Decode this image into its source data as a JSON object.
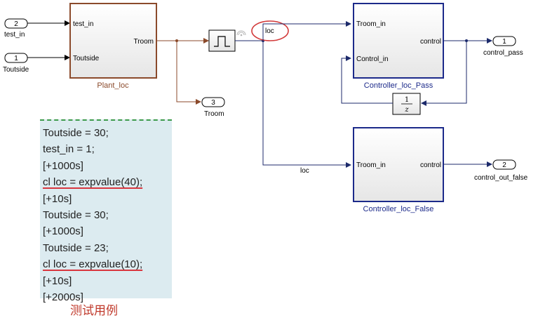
{
  "inports": [
    {
      "num": "2",
      "name": "test_in"
    },
    {
      "num": "1",
      "name": "Toutside"
    }
  ],
  "plant": {
    "name": "Plant_loc",
    "inputs": [
      "test_in",
      "Toutside"
    ],
    "output": "Troom"
  },
  "troom_out": {
    "num": "3",
    "name": "Troom"
  },
  "signal_label": "loc",
  "signal_label_false": "loc",
  "controller_pass": {
    "name": "Controller_loc_Pass",
    "inputs": [
      "Troom_in",
      "Control_in"
    ],
    "output": "control"
  },
  "controller_false": {
    "name": "Controller_loc_False",
    "input": "Troom_in",
    "output": "control"
  },
  "delay": {
    "numerator": "1",
    "denominator": "z"
  },
  "outports": [
    {
      "num": "1",
      "name": "control_pass"
    },
    {
      "num": "2",
      "name": "control_out_false"
    }
  ],
  "test_script": [
    "Toutside = 30;",
    "test_in = 1;",
    "[+1000s]",
    "cl loc = expvalue(40);",
    "[+10s]",
    "Toutside = 30;",
    "[+1000s]",
    "Toutside = 23;",
    "cl loc = expvalue(10);",
    "[+10s]",
    "[+2000s]"
  ],
  "caption": "测试用例",
  "colors": {
    "plant_border": "#8b4a2b",
    "controller_border": "#1c2a8a",
    "wire_brown": "#8b4a2b",
    "wire_dark": "#1c2a6b",
    "highlight_circle": "#d23a3a",
    "panel_bg": "#dcebf0",
    "caption": "#c0392b"
  },
  "icons": [
    "step-signal-icon",
    "wireless-icon"
  ]
}
